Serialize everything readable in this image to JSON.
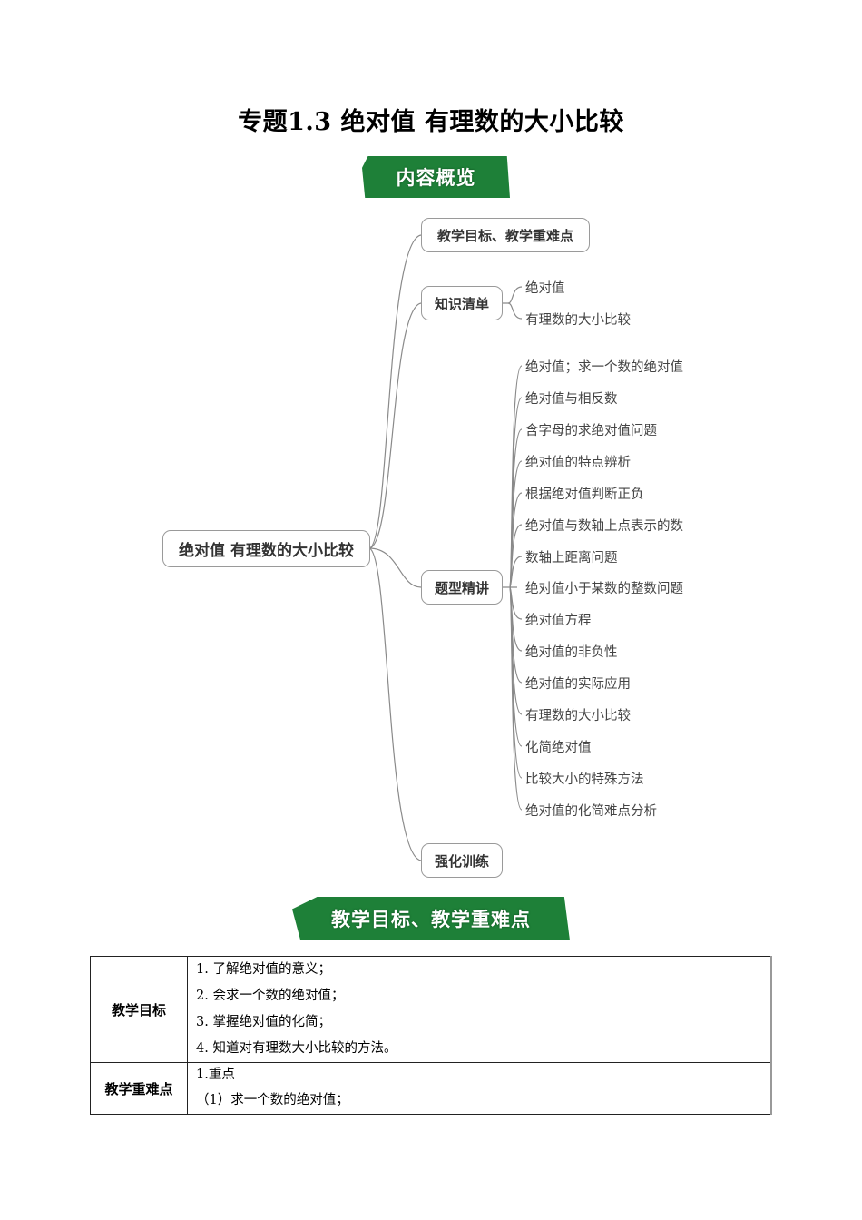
{
  "document": {
    "title": "专题1.3  绝对值  有理数的大小比较"
  },
  "banners": {
    "overview": "内容概览",
    "goals": "教学目标、教学重难点"
  },
  "mindmap": {
    "root": "绝对值 有理数的大小比较",
    "branches": [
      {
        "label": "教学目标、教学重难点",
        "children": []
      },
      {
        "label": "知识清单",
        "children": [
          "绝对值",
          "有理数的大小比较"
        ]
      },
      {
        "label": "题型精讲",
        "children": [
          "绝对值；求一个数的绝对值",
          "绝对值与相反数",
          "含字母的求绝对值问题",
          "绝对值的特点辨析",
          "根据绝对值判断正负",
          "绝对值与数轴上点表示的数",
          "数轴上距离问题",
          "绝对值小于某数的整数问题",
          "绝对值方程",
          "绝对值的非负性",
          "绝对值的实际应用",
          "有理数的大小比较",
          "化简绝对值",
          "比较大小的特殊方法",
          "绝对值的化简难点分析"
        ]
      },
      {
        "label": "强化训练",
        "children": []
      }
    ]
  },
  "goals_table": {
    "rows": [
      {
        "label": "教学目标",
        "lines": [
          "1.  了解绝对值的意义；",
          "2.  会求一个数的绝对值；",
          "3.  掌握绝对值的化简；",
          "4.  知道对有理数大小比较的方法。"
        ]
      },
      {
        "label": "教学重难点",
        "lines": [
          "1.重点",
          "（1）求一个数的绝对值；"
        ]
      }
    ]
  },
  "colors": {
    "banner_green": "#1e8038",
    "node_border": "#9a9a9a",
    "connector": "#8a8a8a"
  }
}
